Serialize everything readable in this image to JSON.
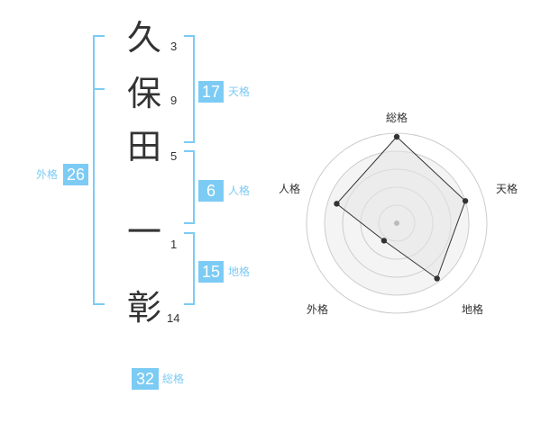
{
  "name": {
    "characters": [
      "久",
      "保",
      "田",
      "一",
      "彰"
    ],
    "strokes": [
      "3",
      "9",
      "5",
      "1",
      "14"
    ]
  },
  "fortune": {
    "tenkaku": {
      "value": "17",
      "label": "天格"
    },
    "jinkaku": {
      "value": "6",
      "label": "人格"
    },
    "chikaku": {
      "value": "15",
      "label": "地格"
    },
    "gaikaku": {
      "value": "26",
      "label": "外格"
    },
    "soukaku": {
      "value": "32",
      "label": "総格"
    }
  },
  "colors": {
    "accent": "#7ccbf4",
    "text": "#333333",
    "ring": "#cccccc",
    "fill": "#eeeeee"
  },
  "chart_data": {
    "type": "radar",
    "axes": [
      "総格",
      "天格",
      "地格",
      "外格",
      "人格"
    ],
    "values": [
      4.8,
      4.0,
      3.8,
      1.2,
      3.5
    ],
    "max": 5
  }
}
